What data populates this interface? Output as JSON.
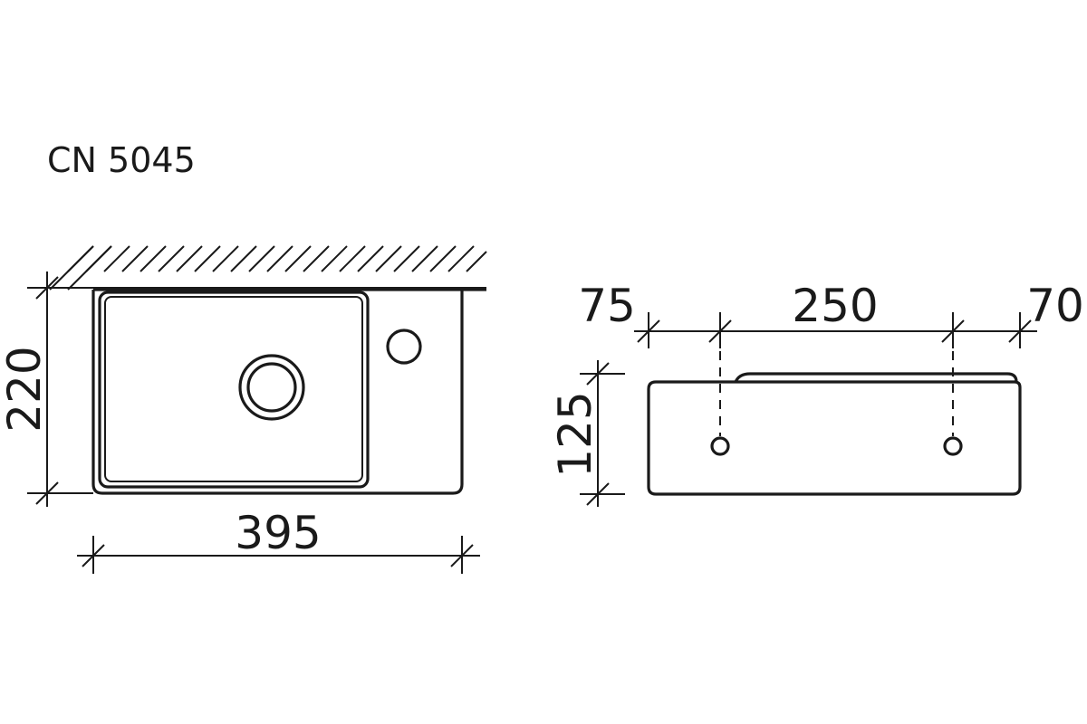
{
  "model_code": "CN 5045",
  "top_view": {
    "width_label": "395",
    "depth_label": "220"
  },
  "front_view": {
    "left_offset_label": "75",
    "hole_spacing_label": "250",
    "right_offset_label": "70",
    "height_label": "125"
  }
}
